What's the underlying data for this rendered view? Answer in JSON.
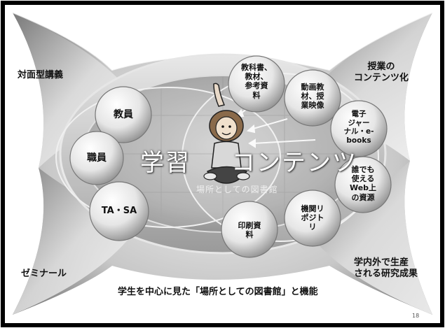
{
  "corners": {
    "top_left": "対面型講義",
    "top_right": "授業の\nコンテンツ化",
    "bottom_left": "ゼミナール",
    "bottom_right": "学内外で生産\nされる研究成果"
  },
  "left_bubbles": [
    "教員",
    "職員",
    "TA・SA"
  ],
  "right_bubbles": [
    "教科書、\n教材、\n参考資\n料",
    "動画教\n材、授\n業映像",
    "電子\nジャー\nナル・e-\nbooks",
    "誰でも\n使える\nWeb上\nの資源",
    "機関リ\nポジト\nリ",
    "印刷資\n料"
  ],
  "center": {
    "left_word": "学習",
    "right_word": "コンテンツ",
    "floor_label": "場所としての図書館"
  },
  "caption": "学生を中心に見た「場所としての図書館」と機能",
  "page_number": "18",
  "colors": {
    "frame": "#000000",
    "petal_dark": "#6e6e6e",
    "petal_light": "#f2f2f2",
    "bubble_light": "#ffffff",
    "bubble_dark": "#8a8a8a"
  }
}
